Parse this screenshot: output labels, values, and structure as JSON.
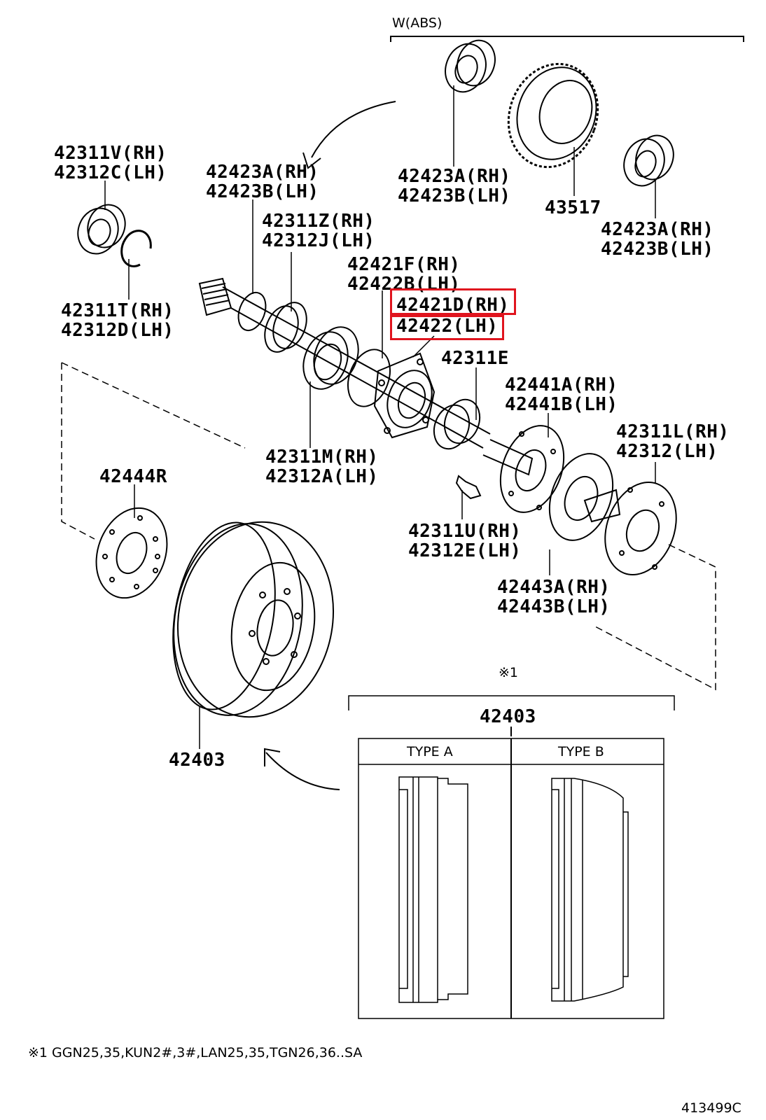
{
  "header": {
    "abs_group": "W(ABS)"
  },
  "labels": {
    "p42311V": {
      "rh": "42311V(RH)",
      "lh": "42312C(LH)"
    },
    "p42423A_left": {
      "rh": "42423A(RH)",
      "lh": "42423B(LH)"
    },
    "p42423A_top": {
      "rh": "42423A(RH)",
      "lh": "42423B(LH)"
    },
    "p43517": {
      "text": "43517"
    },
    "p42423A_right": {
      "rh": "42423A(RH)",
      "lh": "42423B(LH)"
    },
    "p42311Z": {
      "rh": "42311Z(RH)",
      "lh": "42312J(LH)"
    },
    "p42421F": {
      "rh": "42421F(RH)",
      "lh": "42422B(LH)"
    },
    "p42421D": {
      "rh": "42421D(RH)",
      "lh": "42422(LH)"
    },
    "p42311T": {
      "rh": "42311T(RH)",
      "lh": "42312D(LH)"
    },
    "p42311E": {
      "text": "42311E"
    },
    "p42441A": {
      "rh": "42441A(RH)",
      "lh": "42441B(LH)"
    },
    "p42311L": {
      "rh": "42311L(RH)",
      "lh": "42312(LH)"
    },
    "p42311M": {
      "rh": "42311M(RH)",
      "lh": "42312A(LH)"
    },
    "p42444R": {
      "text": "42444R"
    },
    "p42311U": {
      "rh": "42311U(RH)",
      "lh": "42312E(LH)"
    },
    "p42443A": {
      "rh": "42443A(RH)",
      "lh": "42443B(LH)"
    },
    "p42403_drum": {
      "text": "42403"
    },
    "p42403_box": {
      "text": "42403"
    }
  },
  "note_mark": "※1",
  "types": {
    "a": "TYPE A",
    "b": "TYPE B"
  },
  "footnote": "※1 GGN25,35,KUN2#,3#,LAN25,35,TGN26,36..SA",
  "diagram_id": "413499C",
  "colors": {
    "highlight": "#e0141e",
    "ink": "#000000"
  }
}
